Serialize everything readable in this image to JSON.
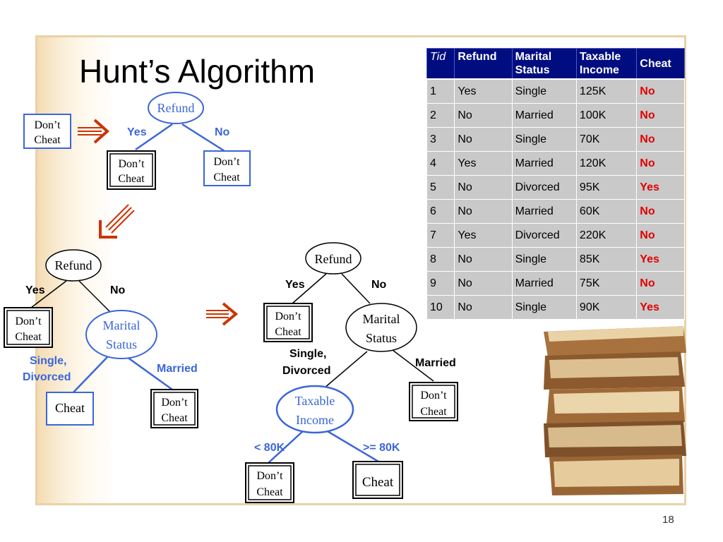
{
  "slide": {
    "title": "Hunt’s Algorithm",
    "page_number": "18"
  },
  "trees": {
    "step1": {
      "dont_cheat_1": "Don’t",
      "dont_cheat_2": "Cheat"
    },
    "step2": {
      "root": "Refund",
      "yes": "Yes",
      "no": "No",
      "leaf_yes_1": "Don’t",
      "leaf_yes_2": "Cheat",
      "leaf_no_1": "Don’t",
      "leaf_no_2": "Cheat"
    },
    "step3": {
      "root": "Refund",
      "yes": "Yes",
      "no": "No",
      "leaf_yes_1": "Don’t",
      "leaf_yes_2": "Cheat",
      "marital_1": "Marital",
      "marital_2": "Status",
      "single_divorced_1": "Single,",
      "single_divorced_2": "Divorced",
      "married": "Married",
      "leaf_single": "Cheat",
      "leaf_married_1": "Don’t",
      "leaf_married_2": "Cheat"
    },
    "step4": {
      "root": "Refund",
      "yes": "Yes",
      "no": "No",
      "leaf_yes_1": "Don’t",
      "leaf_yes_2": "Cheat",
      "marital_1": "Marital",
      "marital_2": "Status",
      "single_divorced_1": "Single,",
      "single_divorced_2": "Divorced",
      "married": "Married",
      "leaf_married_1": "Don’t",
      "leaf_married_2": "Cheat",
      "income_1": "Taxable",
      "income_2": "Income",
      "lt": "< 80K",
      "ge": ">= 80K",
      "leaf_lt_1": "Don’t",
      "leaf_lt_2": "Cheat",
      "leaf_ge": "Cheat"
    }
  },
  "table": {
    "headers": {
      "tid": "Tid",
      "refund": "Refund",
      "marital_1": "Marital",
      "marital_2": "Status",
      "income_1": "Taxable",
      "income_2": "Income",
      "cheat": "Cheat"
    },
    "rows": [
      [
        "1",
        "Yes",
        "Single",
        "125K",
        "No"
      ],
      [
        "2",
        "No",
        "Married",
        "100K",
        "No"
      ],
      [
        "3",
        "No",
        "Single",
        "70K",
        "No"
      ],
      [
        "4",
        "Yes",
        "Married",
        "120K",
        "No"
      ],
      [
        "5",
        "No",
        "Divorced",
        "95K",
        "Yes"
      ],
      [
        "6",
        "No",
        "Married",
        "60K",
        "No"
      ],
      [
        "7",
        "Yes",
        "Divorced",
        "220K",
        "No"
      ],
      [
        "8",
        "No",
        "Single",
        "85K",
        "Yes"
      ],
      [
        "9",
        "No",
        "Married",
        "75K",
        "No"
      ],
      [
        "10",
        "No",
        "Single",
        "90K",
        "Yes"
      ]
    ]
  },
  "colors": {
    "node_blue": "#3a66d9",
    "arrow": "#cc3300",
    "header_bg": "#000d80",
    "cell_bg": "#c9c9c9",
    "cheat_no": "#e00000",
    "cheat_yes": "#e00000"
  }
}
